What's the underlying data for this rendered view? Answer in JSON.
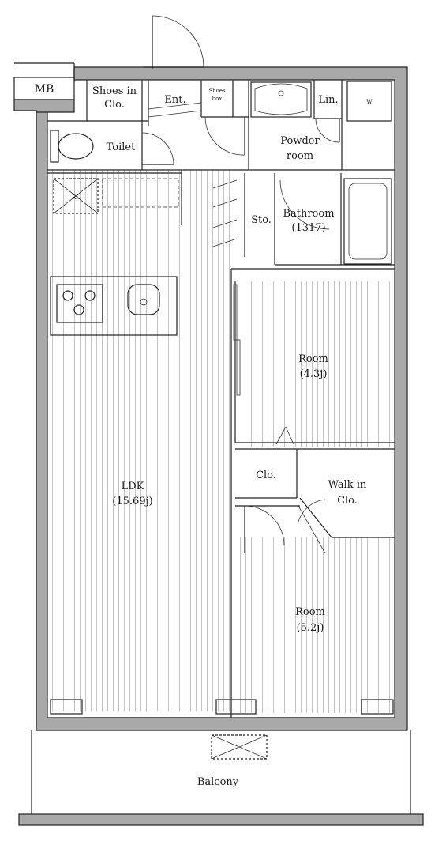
{
  "rooms": {
    "mb": "MB",
    "shoes_in_clo_1": "Shoes in",
    "shoes_in_clo_2": "Clo.",
    "entrance": "Ent.",
    "shoes_box_1": "Shoes",
    "shoes_box_2": "box",
    "linen": "Lin.",
    "wm": "W",
    "toilet": "Toilet",
    "powder_room_1": "Powder",
    "powder_room_2": "room",
    "refrigerator": "Rf.",
    "storage": "Sto.",
    "bathroom_1": "Bathroom",
    "bathroom_2": "(1317)",
    "room1_1": "Room",
    "room1_2": "(4.3j)",
    "closet": "Clo.",
    "walkin_1": "Walk-in",
    "walkin_2": "Clo.",
    "ldk_1": "LDK",
    "ldk_2": "(15.69j)",
    "room2_1": "Room",
    "room2_2": "(5.2j)",
    "balcony": "Balcony"
  },
  "colors": {
    "wall": "#a9a9a9",
    "line": "#222222",
    "floor_stripe": "#bdbdbd"
  }
}
